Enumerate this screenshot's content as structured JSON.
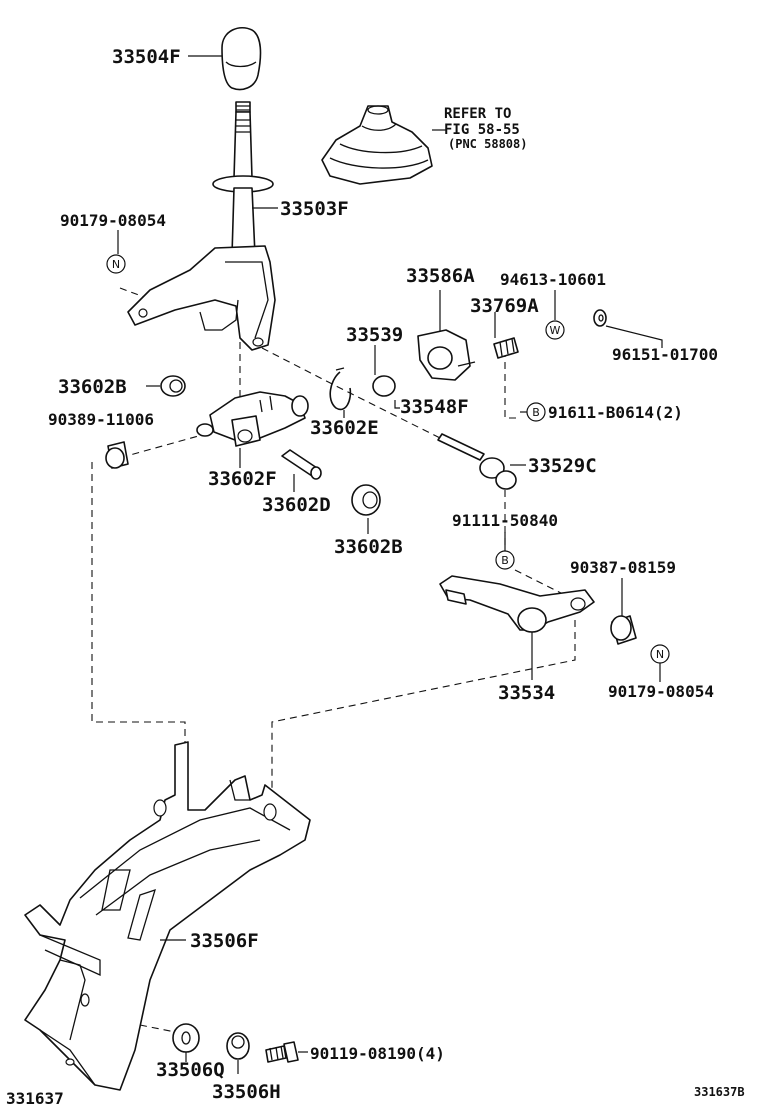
{
  "labels": {
    "p33504F": "33504F",
    "p33503F": "33503F",
    "p90179a": "90179-08054",
    "refer1": "REFER TO",
    "refer2": "FIG 58-55",
    "refer3": "(PNC 58808)",
    "p33586A": "33586A",
    "p94613": "94613-10601",
    "p33769A": "33769A",
    "p33539": "33539",
    "p96151": "96151-01700",
    "p33602B1": "33602B",
    "p90389": "90389-11006",
    "p33548F": "33548F",
    "p91611": "91611-B0614(2)",
    "p33602E": "33602E",
    "p33529C": "33529C",
    "p33602F": "33602F",
    "p33602D": "33602D",
    "p91111": "91111-50840",
    "p33602B2": "33602B",
    "p90387": "90387-08159",
    "p33534": "33534",
    "p90179b": "90179-08054",
    "p33506F": "33506F",
    "p33506Q": "33506Q",
    "p33506H": "33506H",
    "p90119": "90119-08190(4)",
    "footer_left": "331637",
    "footer_right": "331637B"
  },
  "callouts": {
    "N": "N",
    "W": "W",
    "B": "B"
  }
}
